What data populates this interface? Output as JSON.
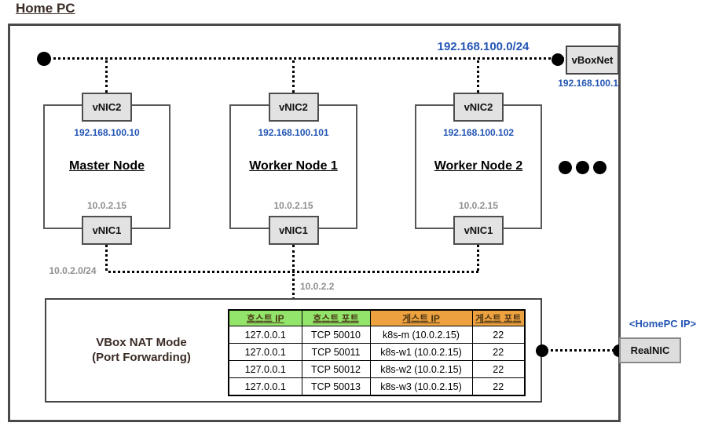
{
  "title": "Home PC",
  "hostonly_network": {
    "cidr": "192.168.100.0/24",
    "vboxnet": {
      "label": "vBoxNet",
      "ip": "192.168.100.1"
    }
  },
  "nodes": [
    {
      "name": "Master Node",
      "nic_top": {
        "label": "vNIC2",
        "ip": "192.168.100.10"
      },
      "nic_bottom": {
        "label": "vNIC1",
        "ip": "10.0.2.15"
      }
    },
    {
      "name": "Worker Node 1",
      "nic_top": {
        "label": "vNIC2",
        "ip": "192.168.100.101"
      },
      "nic_bottom": {
        "label": "vNIC1",
        "ip": "10.0.2.15"
      }
    },
    {
      "name": "Worker Node 2",
      "nic_top": {
        "label": "vNIC2",
        "ip": "192.168.100.102"
      },
      "nic_bottom": {
        "label": "vNIC1",
        "ip": "10.0.2.15"
      }
    }
  ],
  "nat_network": {
    "cidr": "10.0.2.0/24",
    "gateway_ip": "10.0.2.2"
  },
  "nat_box": {
    "title_line1": "VBox NAT Mode",
    "title_line2": "(Port Forwarding)"
  },
  "port_forwarding_table": {
    "headers": [
      "호스트 IP",
      "호스트 포트",
      "게스트 IP",
      "게스트 포트"
    ],
    "rows": [
      [
        "127.0.0.1",
        "TCP 50010",
        "k8s-m (10.0.2.15)",
        "22"
      ],
      [
        "127.0.0.1",
        "TCP 50011",
        "k8s-w1 (10.0.2.15)",
        "22"
      ],
      [
        "127.0.0.1",
        "TCP 50012",
        "k8s-w2 (10.0.2.15)",
        "22"
      ],
      [
        "127.0.0.1",
        "TCP 50013",
        "k8s-w3 (10.0.2.15)",
        "22"
      ]
    ]
  },
  "real_nic": {
    "label": "RealNIC",
    "ip_label": "<HomePC IP>"
  },
  "icons": {
    "junction_dot": "filled-black-circle",
    "ellipsis_dots": "three-filled-black-circles"
  },
  "colors": {
    "accent_blue": "#2355b4",
    "header_green": "#92e46a",
    "header_orange": "#eda23f",
    "title_brown": "#3a2b25",
    "gray_label": "#8f8f8f",
    "nic_fill": "#e2e2e2"
  }
}
